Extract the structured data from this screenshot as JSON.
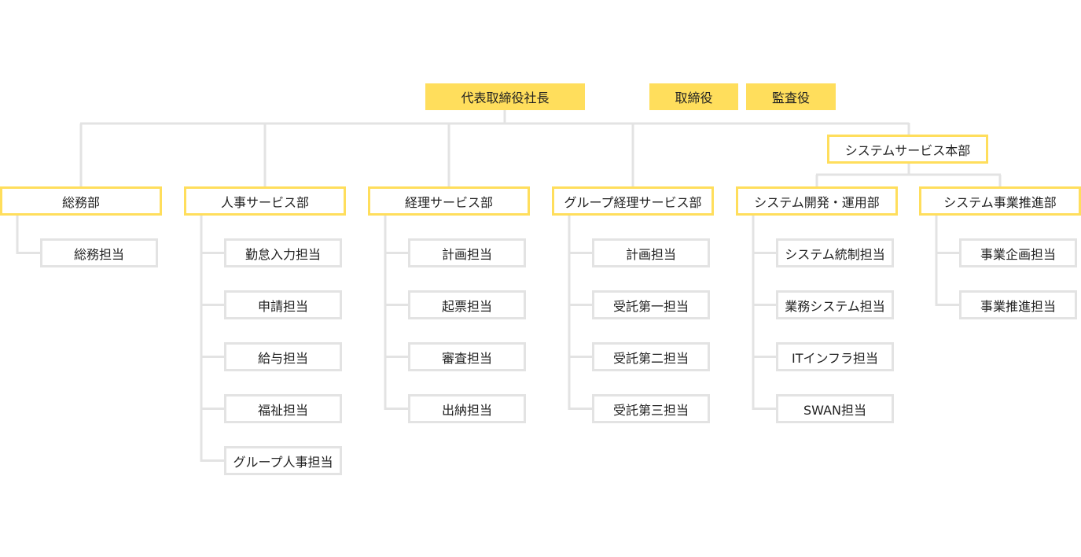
{
  "colors": {
    "accent": "#ffde5c",
    "line": "#e3e3e3",
    "text": "#222222"
  },
  "executives": {
    "president": "代表取締役社長",
    "director": "取締役",
    "auditor": "監査役"
  },
  "headquarters": {
    "label": "システムサービス本部"
  },
  "departments": [
    {
      "label": "総務部",
      "teams": [
        "総務担当"
      ]
    },
    {
      "label": "人事サービス部",
      "teams": [
        "勤怠入力担当",
        "申請担当",
        "給与担当",
        "福祉担当",
        "グループ人事担当"
      ]
    },
    {
      "label": "経理サービス部",
      "teams": [
        "計画担当",
        "起票担当",
        "審査担当",
        "出納担当"
      ]
    },
    {
      "label": "グループ経理サービス部",
      "teams": [
        "計画担当",
        "受託第一担当",
        "受託第二担当",
        "受託第三担当"
      ]
    },
    {
      "label": "システム開発・運用部",
      "teams": [
        "システム統制担当",
        "業務システム担当",
        "ITインフラ担当",
        "SWAN担当"
      ]
    },
    {
      "label": "システム事業推進部",
      "teams": [
        "事業企画担当",
        "事業推進担当"
      ]
    }
  ]
}
